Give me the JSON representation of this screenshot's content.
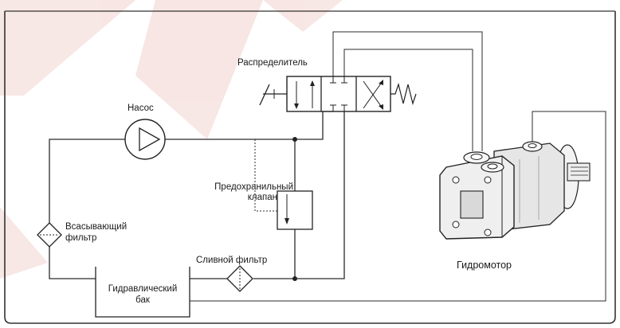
{
  "colors": {
    "accent_wedge": "#c0392b",
    "frame": "#333333",
    "line": "#2b2b2b",
    "motor_fill": "#e6e6e6"
  },
  "labels": {
    "distributor": "Распределитель",
    "pump": "Насос",
    "relief_valve_line1": "Предохранильный",
    "relief_valve_line2": "клапан",
    "suction_filter_line1": "Всасывающий",
    "suction_filter_line2": "фильтр",
    "drain_filter": "Сливной фильтр",
    "tank_line1": "Гидравлический",
    "tank_line2": "бак",
    "motor": "Гидромотор"
  }
}
